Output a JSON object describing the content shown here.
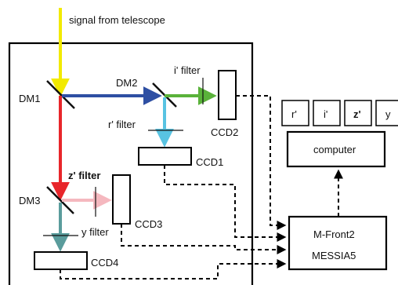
{
  "source_label": "signal from telescope",
  "mirrors": {
    "dm1": "DM1",
    "dm2": "DM2",
    "dm3": "DM3"
  },
  "filters": {
    "i": "i' filter",
    "r": "r' filter",
    "z": "z' filter",
    "y": "y filter"
  },
  "detectors": {
    "ccd1": "CCD1",
    "ccd2": "CCD2",
    "ccd3": "CCD3",
    "ccd4": "CCD4"
  },
  "controller": {
    "line1": "M-Front2",
    "line2": "MESSIA5"
  },
  "computer_label": "computer",
  "band_tabs": [
    "r'",
    "i'",
    "z'",
    "y"
  ],
  "colors": {
    "input_beam": "#f2ea00",
    "red_beam": "#e8262b",
    "blue_beam": "#2e4fa3",
    "green_beam": "#5ab23a",
    "cyan_beam": "#58c3e2",
    "pink_beam": "#f5b8bf",
    "teal_beam": "#5a9c9c"
  }
}
